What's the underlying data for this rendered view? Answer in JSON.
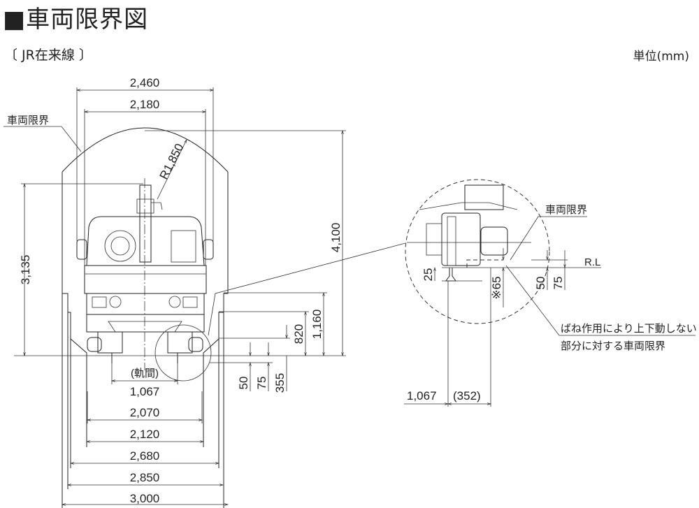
{
  "header": {
    "title": "■車両限界図",
    "subtitle": "〔 JR在来線 〕",
    "unit": "単位(mm)"
  },
  "front_view": {
    "gauge_label": "車両限界",
    "radius": "R1,850",
    "width_dims": [
      "2,460",
      "2,180"
    ],
    "gauge_track_label": "(軌間)",
    "bottom_dims": [
      "1,067",
      "2,070",
      "2,120",
      "2,680",
      "2,850",
      "3,000"
    ],
    "height_dims": {
      "h3135": "3,135",
      "h4100": "4,100",
      "h1160": "1,160",
      "h820": "820",
      "h355": "355",
      "h75": "75",
      "h50": "50"
    }
  },
  "detail_view": {
    "gauge_label": "車両限界",
    "rail_level": "R.L",
    "dims": {
      "d25": "25",
      "d65": "※65",
      "d50": "50",
      "d75": "75",
      "gauge": "1,067",
      "offset": "(352)"
    },
    "note_line1": "ばね作用により上下動しない",
    "note_line2": "部分に対する車両限界"
  }
}
